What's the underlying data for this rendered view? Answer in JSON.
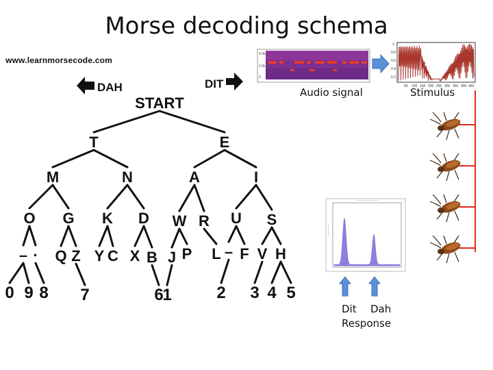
{
  "title": "Morse decoding schema",
  "source_url": "www.learnmorsecode.com",
  "direction": {
    "dah": "DAH",
    "dit": "DIT"
  },
  "tree": {
    "root": "START",
    "nodes": [
      {
        "id": "T",
        "label": "T",
        "parent": "START"
      },
      {
        "id": "E",
        "label": "E",
        "parent": "START"
      },
      {
        "id": "M",
        "label": "M",
        "parent": "T"
      },
      {
        "id": "N",
        "label": "N",
        "parent": "T"
      },
      {
        "id": "A",
        "label": "A",
        "parent": "E"
      },
      {
        "id": "I",
        "label": "I",
        "parent": "E"
      },
      {
        "id": "O",
        "label": "O",
        "parent": "M"
      },
      {
        "id": "G",
        "label": "G",
        "parent": "M"
      },
      {
        "id": "K",
        "label": "K",
        "parent": "N"
      },
      {
        "id": "D",
        "label": "D",
        "parent": "N"
      },
      {
        "id": "W",
        "label": "W",
        "parent": "A"
      },
      {
        "id": "R",
        "label": "R",
        "parent": "A"
      },
      {
        "id": "U",
        "label": "U",
        "parent": "I"
      },
      {
        "id": "S",
        "label": "S",
        "parent": "I"
      },
      {
        "id": "dash",
        "label": "–",
        "parent": "O"
      },
      {
        "id": "dot",
        "label": "·",
        "parent": "O"
      },
      {
        "id": "Q",
        "label": "Q",
        "parent": "G"
      },
      {
        "id": "Z",
        "label": "Z",
        "parent": "G"
      },
      {
        "id": "Y",
        "label": "Y",
        "parent": "K"
      },
      {
        "id": "C",
        "label": "C",
        "parent": "K"
      },
      {
        "id": "X",
        "label": "X",
        "parent": "D"
      },
      {
        "id": "B",
        "label": "B",
        "parent": "D"
      },
      {
        "id": "J",
        "label": "J",
        "parent": "W"
      },
      {
        "id": "P",
        "label": "P",
        "parent": "W"
      },
      {
        "id": "L",
        "label": "L",
        "parent": "R"
      },
      {
        "id": "udash",
        "label": "–",
        "parent": "U"
      },
      {
        "id": "F",
        "label": "F",
        "parent": "U"
      },
      {
        "id": "V",
        "label": "V",
        "parent": "S"
      },
      {
        "id": "H",
        "label": "H",
        "parent": "S"
      },
      {
        "id": "n0",
        "label": "0",
        "parent": "dash"
      },
      {
        "id": "n9",
        "label": "9",
        "parent": "dash"
      },
      {
        "id": "n8",
        "label": "8",
        "parent": "dot"
      },
      {
        "id": "n7",
        "label": "7",
        "parent": "Z"
      },
      {
        "id": "n6",
        "label": "6",
        "parent": "B"
      },
      {
        "id": "n1",
        "label": "1",
        "parent": "J"
      },
      {
        "id": "n2",
        "label": "2",
        "parent": "udash"
      },
      {
        "id": "n3",
        "label": "3",
        "parent": "V"
      },
      {
        "id": "n4",
        "label": "4",
        "parent": "H"
      },
      {
        "id": "n5",
        "label": "5",
        "parent": "H"
      }
    ]
  },
  "pipeline": {
    "audio_label": "Audio signal",
    "stimulus_label": "Stimulus",
    "response_labels": {
      "dit": "Dit",
      "dah": "Dah",
      "response": "Response"
    }
  },
  "colors": {
    "spectrogram": "#7b2f8e",
    "signal_marks": "#d9342b",
    "arrow_blue": "#5b8fd6",
    "wire_red": "#e02a1c",
    "histogram": "#8c7fe0"
  }
}
